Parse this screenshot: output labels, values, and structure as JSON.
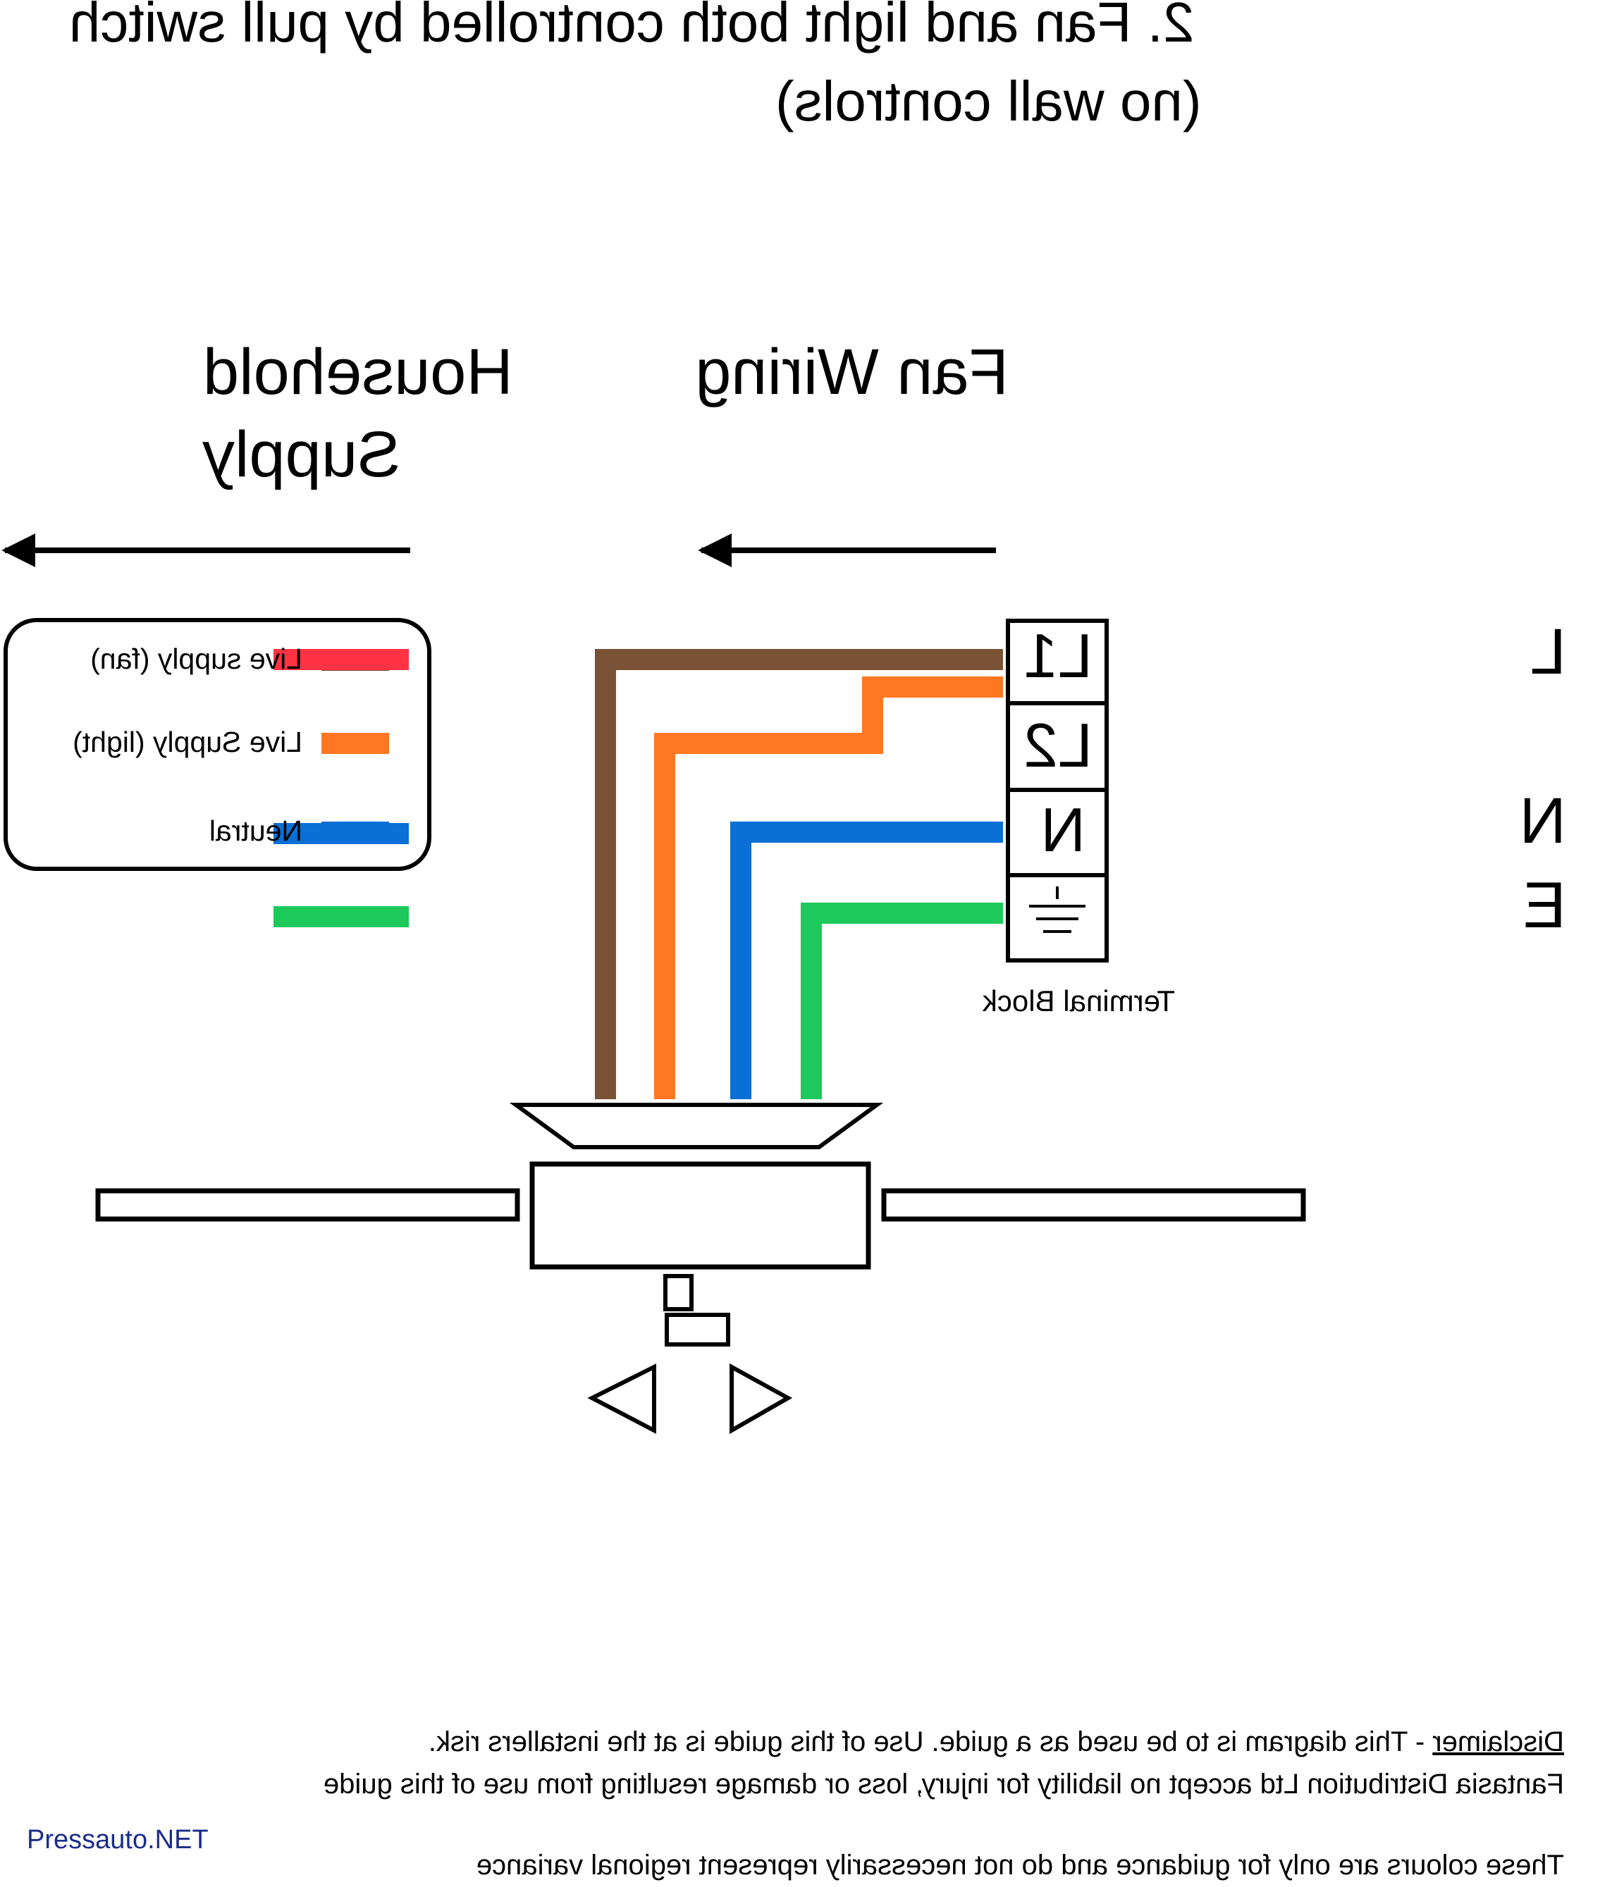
{
  "title": {
    "line1": "2. Fan and light both controlled by pull switch",
    "line2": "(no wall controls)"
  },
  "headings": {
    "fan_wiring": "Fan Wiring",
    "household_supply_1": "Household",
    "household_supply_2": "Supply"
  },
  "legend": {
    "items": [
      {
        "label": "Live supply (fan)",
        "color": "#7a5236"
      },
      {
        "label": "Live Supply (light)",
        "color": "#ff7722"
      },
      {
        "label": "Neutral",
        "color": "#0a6fd6"
      }
    ]
  },
  "terminal_block": {
    "caption": "Terminal Block",
    "terminals": [
      "L1",
      "L2",
      "N"
    ],
    "earth_icon": "ground-symbol-icon"
  },
  "supply": {
    "live": "L",
    "neutral": "N",
    "earth": "E"
  },
  "wire_colors": {
    "fan_live": "#7a5236",
    "light_live": "#ff7722",
    "neutral": "#0a6fd6",
    "earth": "#1cc95a",
    "supply_live": "#ff3344"
  },
  "disclaimer": {
    "heading": "Disclaimer",
    "line1": " - This diagram is to be used as a guide.  Use of this guide is at the installers risk.",
    "line2": "Fantasia Distribution Ltd accept no liability for injury, loss or damage resulting from use of this guide",
    "line3": "These colours are only for guidance and do not necessarily represent regional variance"
  },
  "watermark": "Pressauto.NET"
}
